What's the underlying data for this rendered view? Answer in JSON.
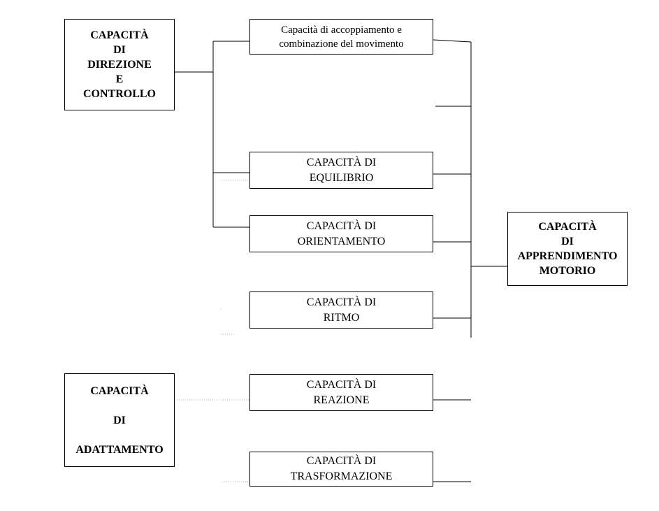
{
  "left_boxes": {
    "direzione": "CAPACITÀ\nDI\nDIREZIONE\nE\nCONTROLLO",
    "adattamento": "CAPACITÀ\n\nDI\n\nADATTAMENTO"
  },
  "middle_boxes": {
    "accoppiamento": "Capacità di accoppiamento e\ncombinazione del movimento",
    "equilibrio": "CAPACITÀ DI\nEQUILIBRIO",
    "orientamento": "CAPACITÀ DI\nORIENTAMENTO",
    "ritmo": "CAPACITÀ DI\nRITMO",
    "reazione": "CAPACITÀ DI\nREAZIONE",
    "trasformazione": "CAPACITÀ DI\nTRASFORMAZIONE"
  },
  "right_box": "CAPACITÀ\nDI\nAPPRENDIMENTO\nMOTORIO",
  "colors": {
    "line": "#000000",
    "dotted": "#b0b0b0",
    "border": "#000000"
  }
}
